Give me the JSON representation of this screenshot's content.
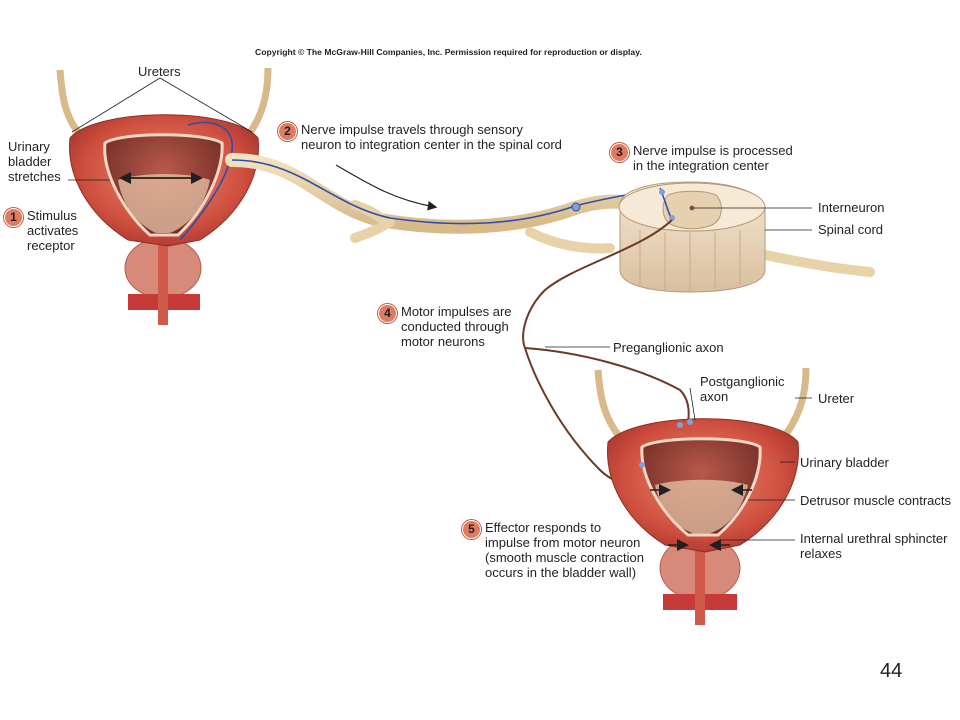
{
  "copyright": "Copyright © The McGraw-Hill Companies, Inc. Permission required for reproduction or display.",
  "labels": {
    "ureters": "Ureters",
    "urinary_bladder_stretches": "Urinary\nbladder\nstretches",
    "interneuron": "Interneuron",
    "spinal_cord": "Spinal cord",
    "preganglionic_axon": "Preganglionic axon",
    "postganglionic_axon": "Postganglionic\naxon",
    "ureter": "Ureter",
    "urinary_bladder": "Urinary bladder",
    "detrusor": "Detrusor muscle contracts",
    "sphincter": "Internal urethral sphincter\nrelaxes"
  },
  "steps": [
    {
      "num": "1",
      "text": "Stimulus\nactivates\nreceptor"
    },
    {
      "num": "2",
      "text": "Nerve impulse travels through sensory\nneuron to integration center in the spinal cord"
    },
    {
      "num": "3",
      "text": "Nerve impulse is processed\nin the integration center"
    },
    {
      "num": "4",
      "text": "Motor impulses are\nconducted through\nmotor neurons"
    },
    {
      "num": "5",
      "text": "Effector responds to\nimpulse from motor neuron\n(smooth muscle contraction\noccurs in the bladder wall)"
    }
  ],
  "page_number": "44",
  "colors": {
    "muscle": "#c8453a",
    "muscle_light": "#e47a62",
    "lumen": "#8c3b33",
    "mucosa": "#e8c4a8",
    "nerve_sensory": "#2f4fa8",
    "nerve_motor": "#6b3a24",
    "nerve_tan": "#e8d2a8",
    "spinal_tan": "#f0dfc6",
    "badge": "#e07b62"
  }
}
